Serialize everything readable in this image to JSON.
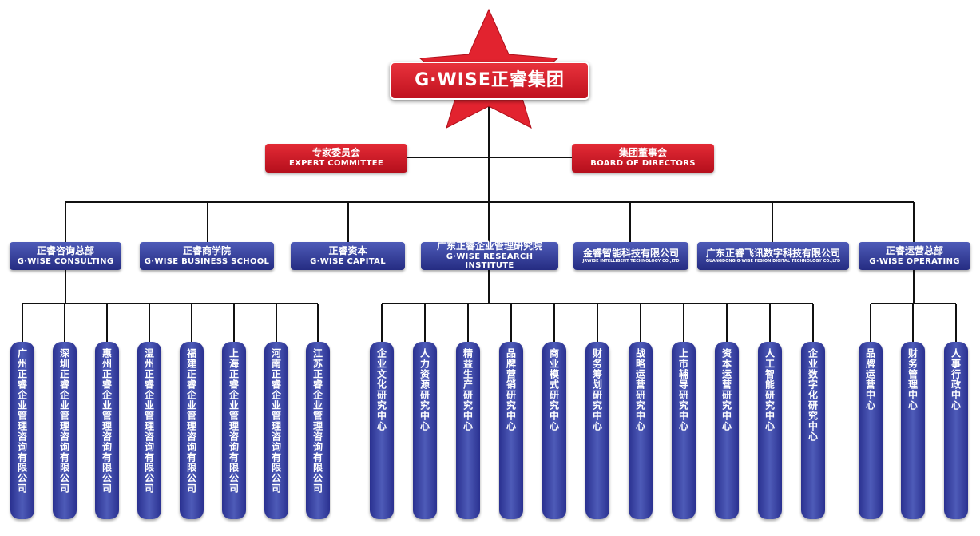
{
  "group": {
    "title": "G·WISE正睿集团"
  },
  "committees": [
    {
      "zh": "专家委员会",
      "en": "EXPERT COMMITTEE"
    },
    {
      "zh": "集团董事会",
      "en": "BOARD OF DIRECTORS"
    }
  ],
  "divisions": [
    {
      "zh": "正睿咨询总部",
      "en": "G·WISE CONSULTING"
    },
    {
      "zh": "正睿商学院",
      "en": "G·WISE BUSINESS SCHOOL"
    },
    {
      "zh": "正睿资本",
      "en": "G·WISE CAPITAL"
    },
    {
      "zh": "广东正睿企业管理研究院",
      "en": "G·WISE RESEARCH INSTITUTE"
    },
    {
      "zh": "金睿智能科技有限公司",
      "en": "JRWISE INTELLIGENT TECHNOLOGY CO.,LTD"
    },
    {
      "zh": "广东正睿飞讯数字科技有限公司",
      "en": "GUANGDONG G·WISE FESION DIGITAL TECHNOLOGY CO.,LTD"
    },
    {
      "zh": "正睿运营总部",
      "en": "G·WISE OPERATING"
    }
  ],
  "consulting_units": [
    "广州正睿企业管理咨询有限公司",
    "深圳正睿企业管理咨询有限公司",
    "惠州正睿企业管理咨询有限公司",
    "温州正睿企业管理咨询有限公司",
    "福建正睿企业管理咨询有限公司",
    "上海正睿企业管理咨询有限公司",
    "河南正睿企业管理咨询有限公司",
    "江苏正睿企业管理咨询有限公司"
  ],
  "research_units": [
    "企业文化研究中心",
    "人力资源研究中心",
    "精益生产研究中心",
    "品牌营销研究中心",
    "商业模式研究中心",
    "财务筹划研究中心",
    "战略运营研究中心",
    "上市辅导研究中心",
    "资本运营研究中心",
    "人工智能研究中心",
    "企业数字化研究中心"
  ],
  "operating_units": [
    "品牌运营中心",
    "财务管理中心",
    "人事行政中心"
  ],
  "colors": {
    "red": "#d11a27",
    "blue": "#323b9a",
    "line": "#111111"
  }
}
